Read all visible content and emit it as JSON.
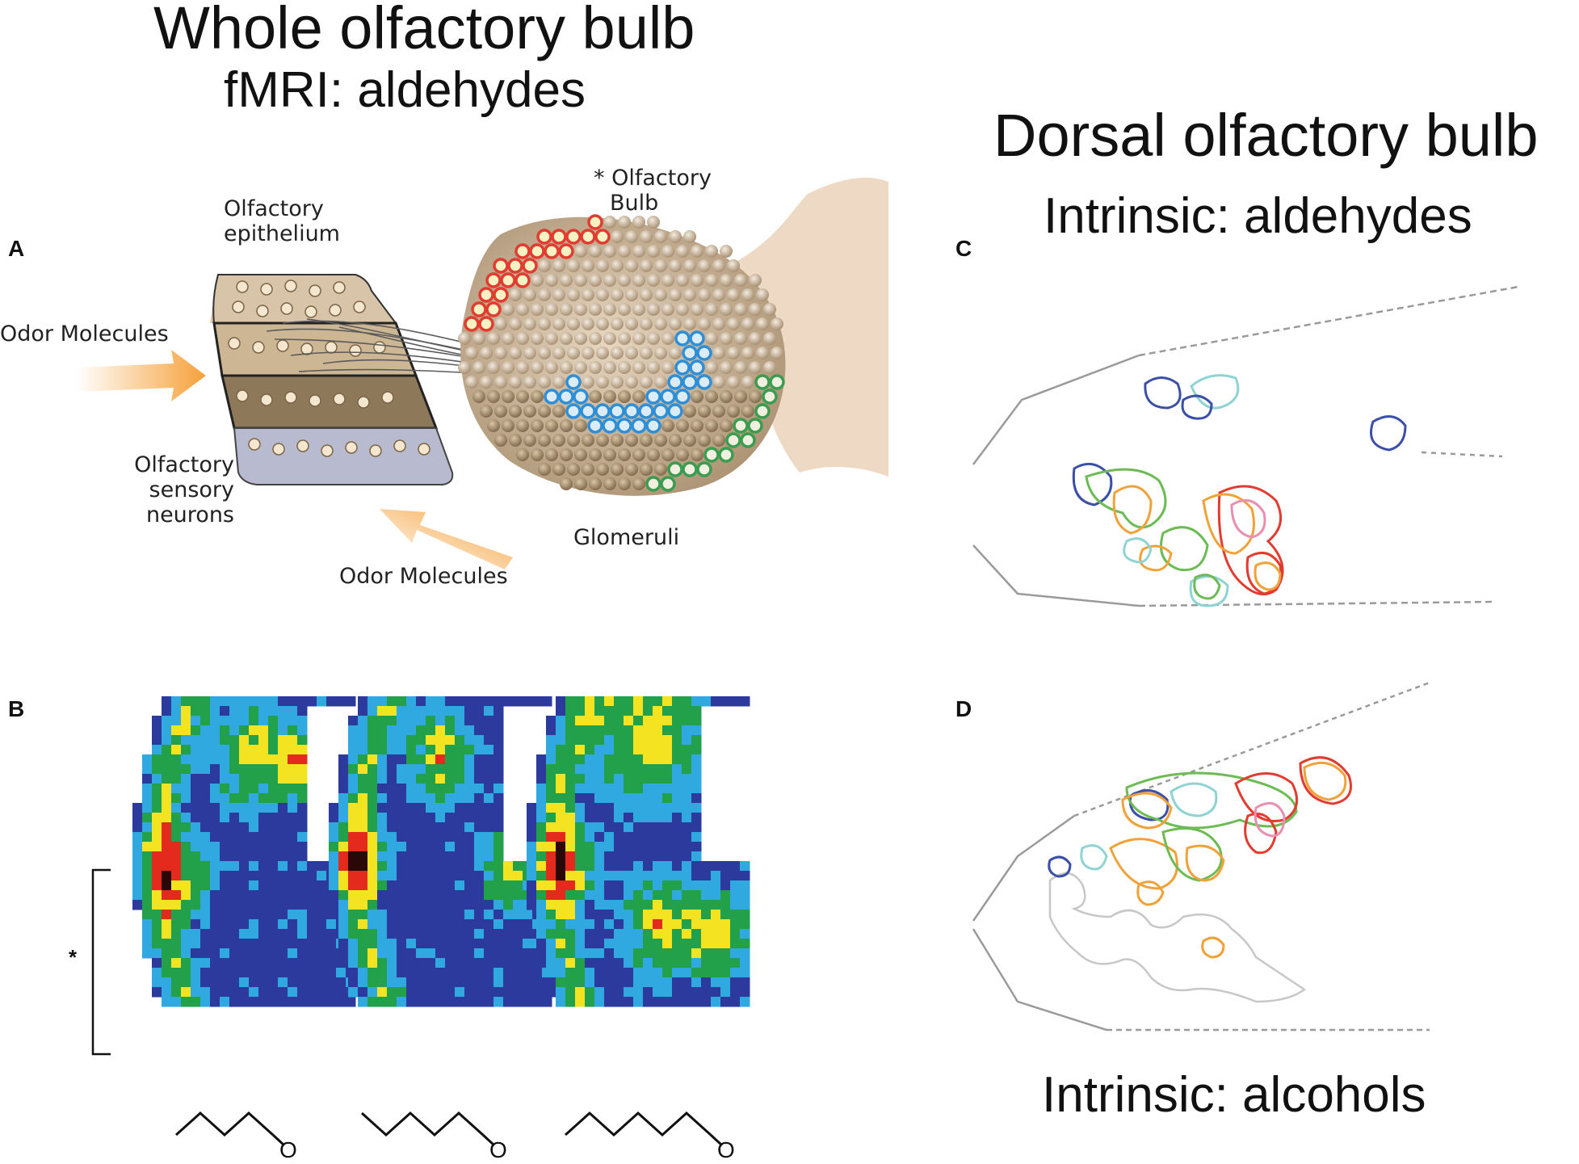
{
  "titles": {
    "whole_bulb": "Whole olfactory bulb",
    "fmri": "fMRI: aldehydes",
    "dorsal_bulb": "Dorsal olfactory bulb",
    "intrinsic_aldehydes": "Intrinsic: aldehydes",
    "intrinsic_alcohols": "Intrinsic: alcohols"
  },
  "panels": {
    "a": "A",
    "b": "B",
    "c": "C",
    "d": "D"
  },
  "panel_a": {
    "olfactory_epithelium_line1": "Olfactory",
    "olfactory_epithelium_line2": "epithelium",
    "odor_molecules_left": "Odor Molecules",
    "sensory_neurons_line1": "Olfactory",
    "sensory_neurons_line2": "sensory",
    "sensory_neurons_line3": "neurons",
    "odor_molecules_bottom": "Odor Molecules",
    "bulb_line1": "* Olfactory",
    "bulb_line2": "Bulb",
    "glomeruli": "Glomeruli"
  },
  "panel_b": {
    "bracket_mark": "*",
    "oxygen_label": "O",
    "colors": {
      "low": "#2b3a9c",
      "lowmid": "#2fa9e0",
      "mid": "#22a04a",
      "midhigh": "#f4e321",
      "high": "#e42a1d",
      "peak": "#2a0808"
    }
  },
  "contour_colors": {
    "blue": "#3b4fa6",
    "cyan": "#8fd3d3",
    "green": "#6cbb55",
    "orange": "#f0a23a",
    "red": "#e23b30",
    "pink": "#e98fb0",
    "gray": "#b9b9b9"
  }
}
